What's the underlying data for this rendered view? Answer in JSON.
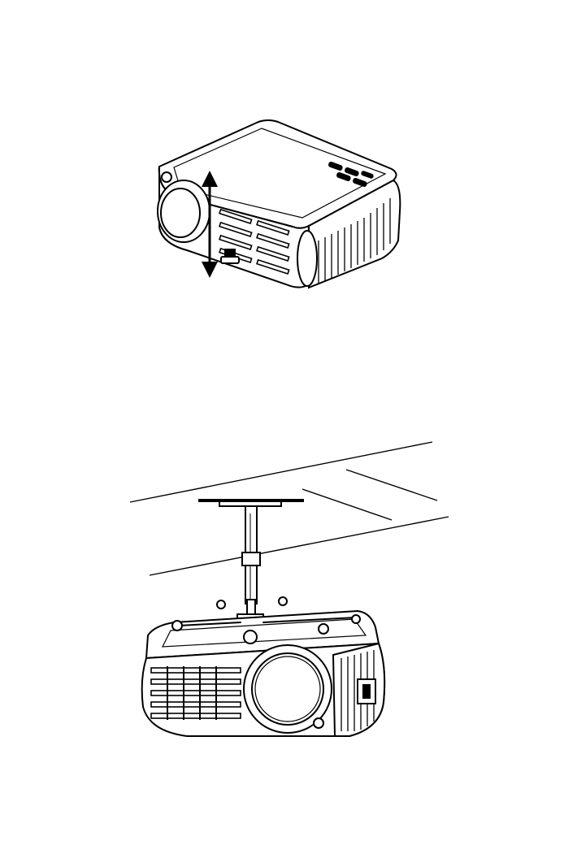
{
  "figures": [
    {
      "id": "height-adjust",
      "arrow_direction": "up-down"
    },
    {
      "id": "ceiling-mount"
    }
  ],
  "colors": {
    "ink": "#000000",
    "paper": "#ffffff"
  }
}
